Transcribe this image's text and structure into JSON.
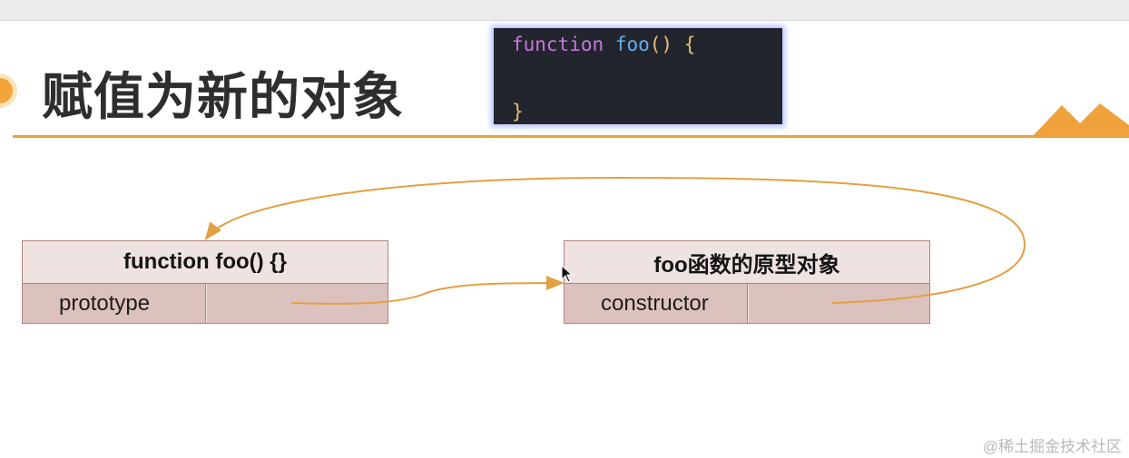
{
  "slide": {
    "title": "赋值为新的对象"
  },
  "code": {
    "line1_keyword": "function",
    "line1_name": "foo",
    "line1_parens": "()",
    "line1_brace": "{",
    "line2_brace": "}"
  },
  "diagram": {
    "function_box": {
      "header": "function foo() {}",
      "property": "prototype"
    },
    "prototype_box": {
      "header": "foo函数的原型对象",
      "property": "constructor"
    }
  },
  "watermark": "@稀土掘金技术社区",
  "colors": {
    "accent": "#e6a33a",
    "arrow": "#e2a043",
    "box_fill": "#ecdfdd",
    "cell_fill": "#dcc2bf",
    "box_border": "#b0837e",
    "code_bg": "#23252e"
  }
}
